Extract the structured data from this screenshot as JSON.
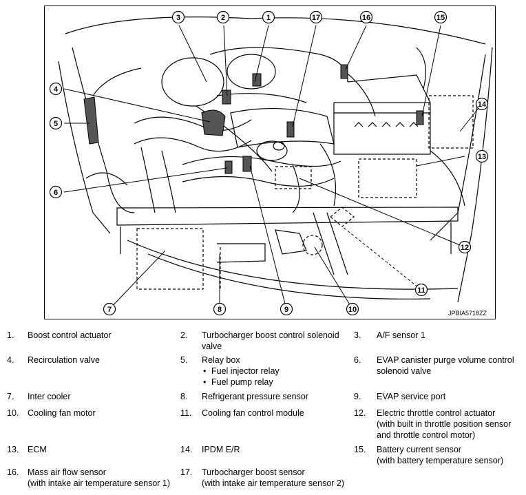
{
  "figure": {
    "code": "JPBIA5718ZZ",
    "callouts": [
      "1",
      "2",
      "3",
      "4",
      "5",
      "6",
      "7",
      "8",
      "9",
      "10",
      "11",
      "12",
      "13",
      "14",
      "15",
      "16",
      "17"
    ]
  },
  "legend": [
    {
      "num": "1.",
      "lines": [
        "Boost control actuator"
      ]
    },
    {
      "num": "2.",
      "lines": [
        "Turbocharger boost control solenoid",
        "valve"
      ]
    },
    {
      "num": "3.",
      "lines": [
        "A/F sensor 1"
      ]
    },
    {
      "num": "4.",
      "lines": [
        "Recirculation valve"
      ]
    },
    {
      "num": "5.",
      "lines": [
        "Relay box"
      ],
      "bullets": [
        "Fuel injector relay",
        "Fuel pump relay"
      ]
    },
    {
      "num": "6.",
      "lines": [
        "EVAP canister purge volume control",
        "solenoid valve"
      ]
    },
    {
      "num": "7.",
      "lines": [
        "Inter cooler"
      ]
    },
    {
      "num": "8.",
      "lines": [
        "Refrigerant pressure sensor"
      ]
    },
    {
      "num": "9.",
      "lines": [
        "EVAP service port"
      ]
    },
    {
      "num": "10.",
      "lines": [
        "Cooling fan motor"
      ]
    },
    {
      "num": "11.",
      "lines": [
        "Cooling fan control module"
      ]
    },
    {
      "num": "12.",
      "lines": [
        "Electric throttle control actuator",
        "(with built in throttle position sensor",
        "and throttle control motor)"
      ]
    },
    {
      "num": "13.",
      "lines": [
        "ECM"
      ]
    },
    {
      "num": "14.",
      "lines": [
        "IPDM E/R"
      ]
    },
    {
      "num": "15.",
      "lines": [
        "Battery current sensor",
        "(with battery temperature sensor)"
      ]
    },
    {
      "num": "16.",
      "lines": [
        "Mass air flow sensor",
        "(with intake air temperature sensor 1)"
      ]
    },
    {
      "num": "17.",
      "lines": [
        "Turbocharger boost sensor",
        "(with intake air temperature sensor 2)"
      ]
    }
  ]
}
